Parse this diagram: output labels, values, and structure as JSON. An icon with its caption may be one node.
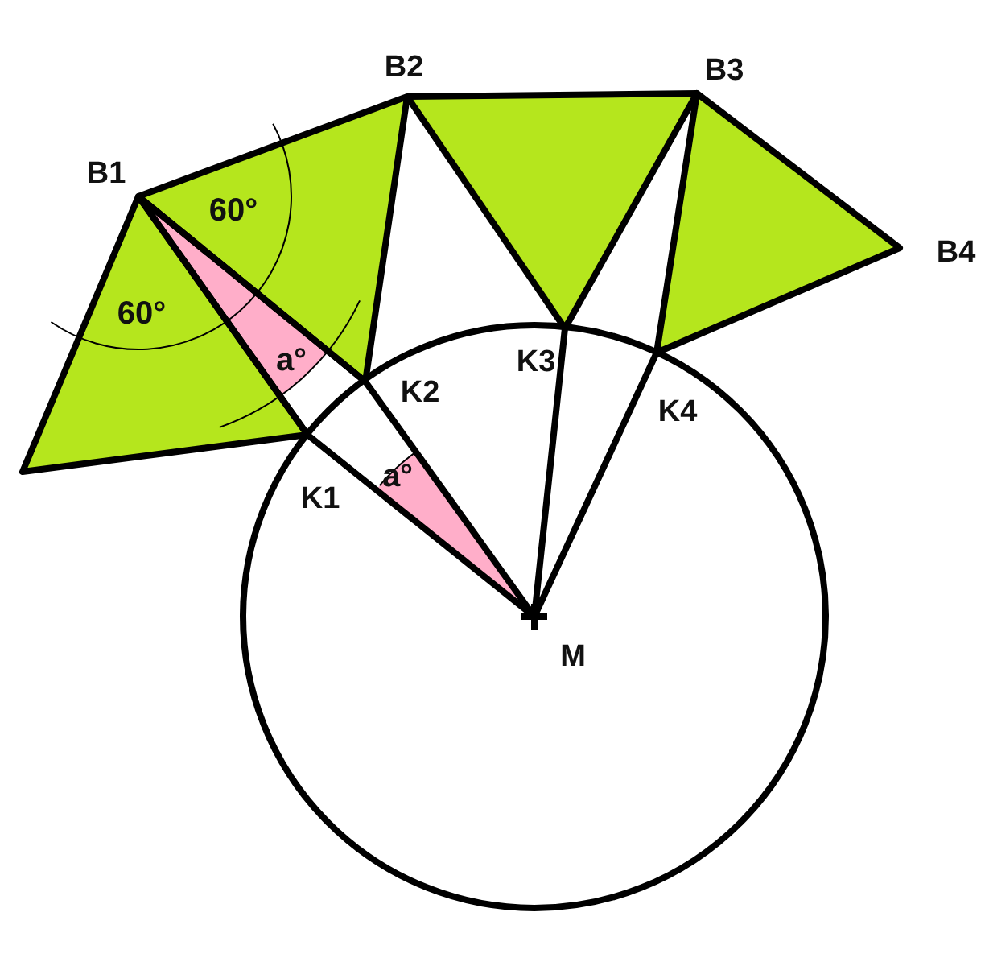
{
  "diagram": {
    "labels": [
      "B2",
      "B3",
      "B1",
      "60°",
      "B4",
      "60°",
      "a°",
      "K3",
      "K2",
      "K4",
      "a°",
      "K1",
      "M"
    ]
  }
}
